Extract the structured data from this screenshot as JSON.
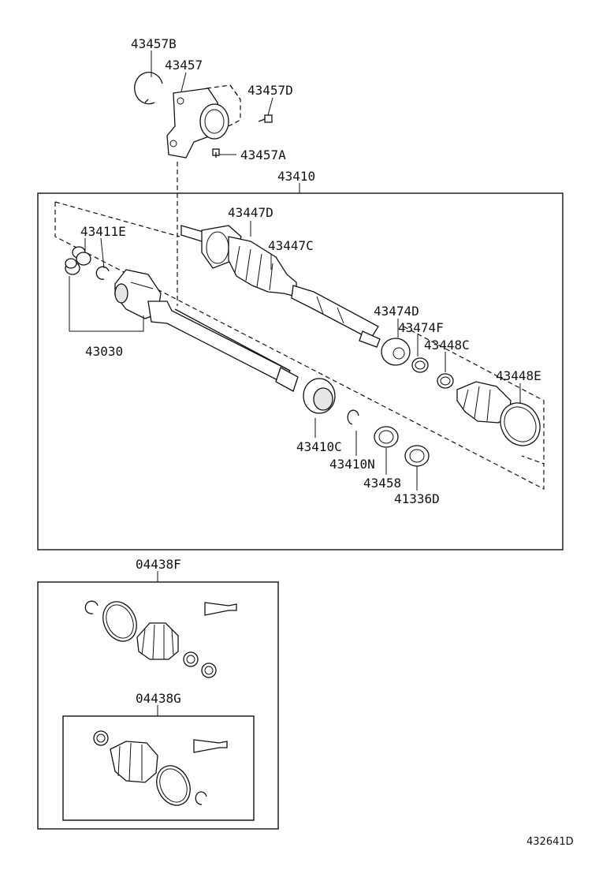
{
  "labels": {
    "p43457B": "43457B",
    "p43457": "43457",
    "p43457D": "43457D",
    "p43457A": "43457A",
    "p43410": "43410",
    "p43447D": "43447D",
    "p43411E": "43411E",
    "p43447C": "43447C",
    "p43030": "43030",
    "p43474D": "43474D",
    "p43474F": "43474F",
    "p43448C": "43448C",
    "p43448E": "43448E",
    "p43410C": "43410C",
    "p43410N": "43410N",
    "p43458": "43458",
    "p41336D": "41336D",
    "p04438F": "04438F",
    "p04438G": "04438G"
  },
  "diagram_ref": "432641D"
}
